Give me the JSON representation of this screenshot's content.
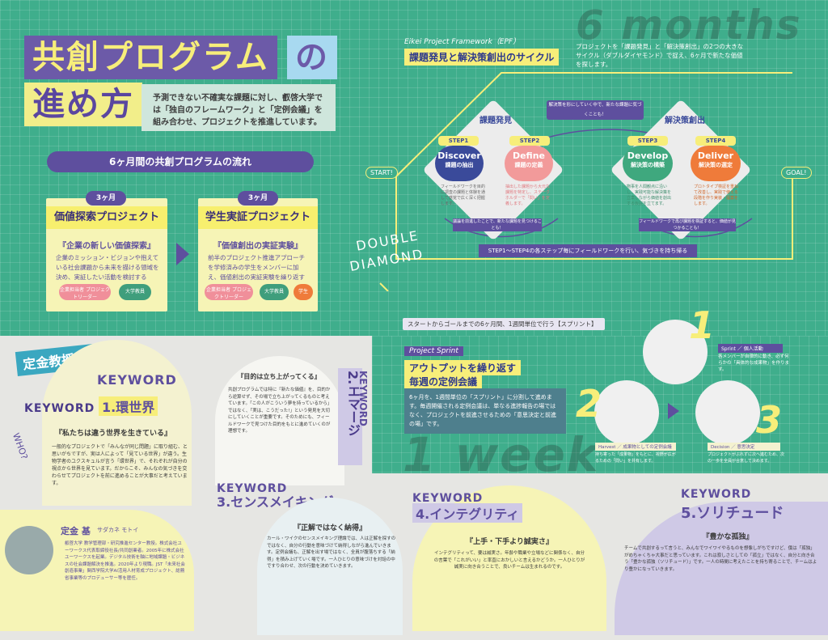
{
  "title": {
    "line1": "共創プログラム",
    "line1_end": "の",
    "line2": "進め方",
    "lead": "予測できない不確実な課題に対し、叡啓大学では「独自のフレームワーク」と「定例会議」を組み合わせ、プロジェクトを推進しています。"
  },
  "background_words": {
    "top": "6 months",
    "middle": "1 week"
  },
  "flow": {
    "header": "6ヶ月間の共創プログラムの流れ",
    "cards": [
      {
        "months": "3ヶ月",
        "title": "価値探索プロジェクト",
        "quote": "『企業の新しい価値探索』",
        "desc": "企業のミッション・ビジョンや抱えている社会課題から未来を描ける領域を決め、実証したい活動を検討する",
        "tags": [
          "企業担当者\nプロジェクトリーダー",
          "大学教員"
        ]
      },
      {
        "months": "3ヶ月",
        "title": "学生実証プロジェクト",
        "quote": "『価値創出の実証実験』",
        "desc": "前半のプロジェクト推進アプローチを学修済みの学生をメンバーに加え、価値創出の実証実験を繰り返す",
        "tags": [
          "企業担当者\nプロジェクトリーダー",
          "大学教員",
          "学生"
        ]
      }
    ]
  },
  "epf": {
    "label": "Eikei Project Framework（EPF）",
    "title": "課題発見と解決策創出のサイクル",
    "note": "プロジェクトを「課題発見」と「解決策創出」の2つの大きなサイクル（ダブルダイヤモンド）で捉え、6ヶ月で新たな価値を探します。",
    "top_note": "解決策を形にしていく中で、新たな課題に気づくことも！",
    "start": "START!",
    "goal": "GOAL!",
    "phase1": "課題発見",
    "phase2": "解決策創出",
    "steps": [
      {
        "label": "STEP1",
        "en": "Discover",
        "ja": "課題の抽出",
        "desc": "フィールドワークを目的に調査の課題と体験を通して感覚で広く深く把握します。"
      },
      {
        "label": "STEP2",
        "en": "Define",
        "ja": "課題の定義",
        "desc": "抽出した課題から大元な課題を特定し、ステークホルダーで「問い」を定義します。"
      },
      {
        "label": "STEP3",
        "en": "Develop",
        "ja": "解決策の構築",
        "desc": "物事を人間観点に沿いし、実践可能な解決策を立案しながら価値を創出する仮説を立てます。"
      },
      {
        "label": "STEP4",
        "en": "Deliver",
        "ja": "解決策の選定",
        "desc": "プロトタイプ検証を重ねて改善し、実践で使える段階を作り実装・提案をします。"
      }
    ],
    "loop1": "議論を前進したことで、新たな課題を見つけることも！",
    "loop2": "フィールドワークで再び課題を検証すると、価値が見つかることも！",
    "bottom_bar": "STEP1〜STEP4の各ステップ毎にフィールドワークを行い、気づきを持ち帰る",
    "double": "DOUBLE",
    "diamond": "DIAMOND"
  },
  "sprint": {
    "header": "スタートからゴールまでの6ヶ月間、1週間単位で行う【スプリント】",
    "label": "Project Sprint",
    "title_line1": "アウトプットを繰り返す",
    "title_line2": "毎週の定例会議",
    "desc": "6ヶ月を、1週間単位の「スプリント」に分割して進めます。毎週開催される定例会議は、単なる進捗報告の場ではなく、プロジェクトを前進させるための「意思決定と前進の場」です。",
    "n1": "1",
    "n2": "2",
    "n3": "3",
    "s1_title": "Sprint ／ 個人活動",
    "s1_desc": "各メンバーが自律的に動き、必ず何らかの「具体的な成果物」を作ります。",
    "s2_title": "Harvest ／ 成果物としての定例会議",
    "s2_desc": "持ち寄った「成果物」をもとに、視野が広がるための「問い」を共有します。",
    "s3_title": "Decision ／ 意思決定",
    "s3_desc": "プロジェクトがぶれずに次へ進むため、次の一歩を全員が合意して決めます。"
  },
  "interview": {
    "banner": "定金教授に聞く!",
    "who": "WHO?",
    "name": "定金 基",
    "name_kana": "サダカネ モトイ",
    "profile": "叡啓大学 教学管理部・研究推進センター教授。株式会社ユーワークス代表取締役社長/共同創業者。2005年に株式会社ユーワークスを起業。デジタル技術を軸に地域課題・ビジネスの社会課題解決を推進。2020年より現職。JST「未来社会創造事業」関西学院大学AI活用人材育成プロジェクト、総務省事業等のプロデューサー等を歴任。"
  },
  "keywords": [
    {
      "label": "KEYWORD",
      "title": "1.環世界",
      "quote": "『私たちは違う世界を生きている』",
      "body": "一般的なプロジェクトで「みんなが同じ問題」に取り組む、と思いがちですが、実は人によって「見ている世界」が違う。生物学者のユクスキュルが言う「環世界」で、それぞれが自分の視点から世界を見ています。だからこそ、みんなの気づきを交わらせてプロジェクトを前に進めることが大事だと考えています。"
    },
    {
      "label": "KEYWORD",
      "title": "2.エマージ",
      "quote": "『目的は立ち上がってくる』",
      "body": "共創プログラムでは特に『新たな価値』を、目的から逆算せず、その場で立ち上がってくるものと考えています。「この人がこういう夢を持っているから」ではなく、「実は、こうだった!」という発見を大切にしていくことが重要です。そのためにも、フィールドワークで見つけた目的をもとに進めていくのが理想です。"
    },
    {
      "label": "KEYWORD",
      "title": "3.センスメイキング",
      "quote": "『正解ではなく納得』",
      "body": "カール・ワイクのセンスメイキング理論では、人は正解を探すのではなく、自分の行動を意味づけて納得しながら進んでいきます。定例会議も、正解を出す場ではなく、全員が腹落ちする「納得」を積み上げていく場です。一人ひとりの意味づけを対話の中ですり合わせ、次の行動を決めていきます。"
    },
    {
      "label": "KEYWORD",
      "title": "4.インテグリティ",
      "quote": "『上手・下手より誠実さ』",
      "body": "インテグリティって、要は誠実さ。年齢や職業や立場などに関係なく、自分の言葉で「これがいい」と率直におかしいと言えるかどうか。一人ひとりが誠実に向き合うことで、良いチームは生まれるのです。"
    },
    {
      "label": "KEYWORD",
      "title": "5.ソリチュード",
      "quote": "『豊かな孤独』",
      "body": "チームで共創するって言うと、みんなでワイワイやるものを想像しがちですけど、僕は「孤独」がめちゃくちゃ大事だと思っています。これは寂しさとしての「孤立」ではなく、自分と向き合う「豊かな孤独（ソリチュード）」です。一人の時間に考えたことを持ち寄ることで、チームはより豊かになっていきます。"
    }
  ],
  "colors": {
    "green": "#3fae8c",
    "purple": "#5e4f9e",
    "yellow": "#f7ee7a",
    "discover": "#3a4a9a",
    "define": "#f29a9a",
    "develop": "#3fa87e",
    "deliver": "#ef7b3a"
  }
}
